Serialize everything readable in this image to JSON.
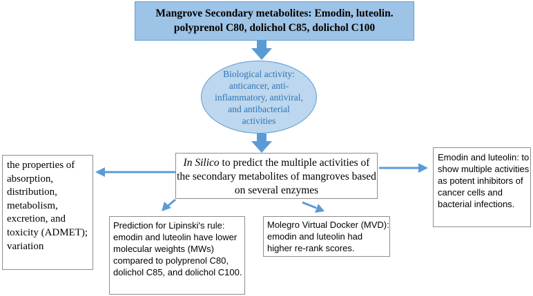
{
  "top_box": {
    "line1": "Mangrove Secondary metabolites: Emodin, luteolin.",
    "line2": "polyprenol C80, dolichol C85, dolichol C100"
  },
  "ellipse": {
    "text": "Biological activity: anticancer, anti-inflammatory, antiviral, and antibacterial activities"
  },
  "center_box": {
    "italic": "In Silico",
    "rest": " to predict the multiple activities of the secondary metabolites of mangroves based on several enzymes"
  },
  "left_box": {
    "text": "the properties of absorption, distribution, metabolism, excretion, and toxicity (ADMET); variation"
  },
  "right_box": {
    "text": "Emodin and luteolin: to show multiple activities as potent inhibitors of cancer cells and bacterial infections."
  },
  "lipinski_box": {
    "text": "Prediction for Lipinski's rule: emodin and luteolin have lower molecular weights (MWs) compared to polyprenol C80, dolichol C85, and dolichol C100."
  },
  "molegro_box": {
    "text": "Molegro Virtual Docker (MVD): emodin and luteolin had higher re-rank scores."
  },
  "colors": {
    "top_fill": "#9dc3e6",
    "ellipse_fill": "#bdd7ee",
    "ellipse_text": "#2e75b6",
    "arrow": "#5b9bd5"
  }
}
